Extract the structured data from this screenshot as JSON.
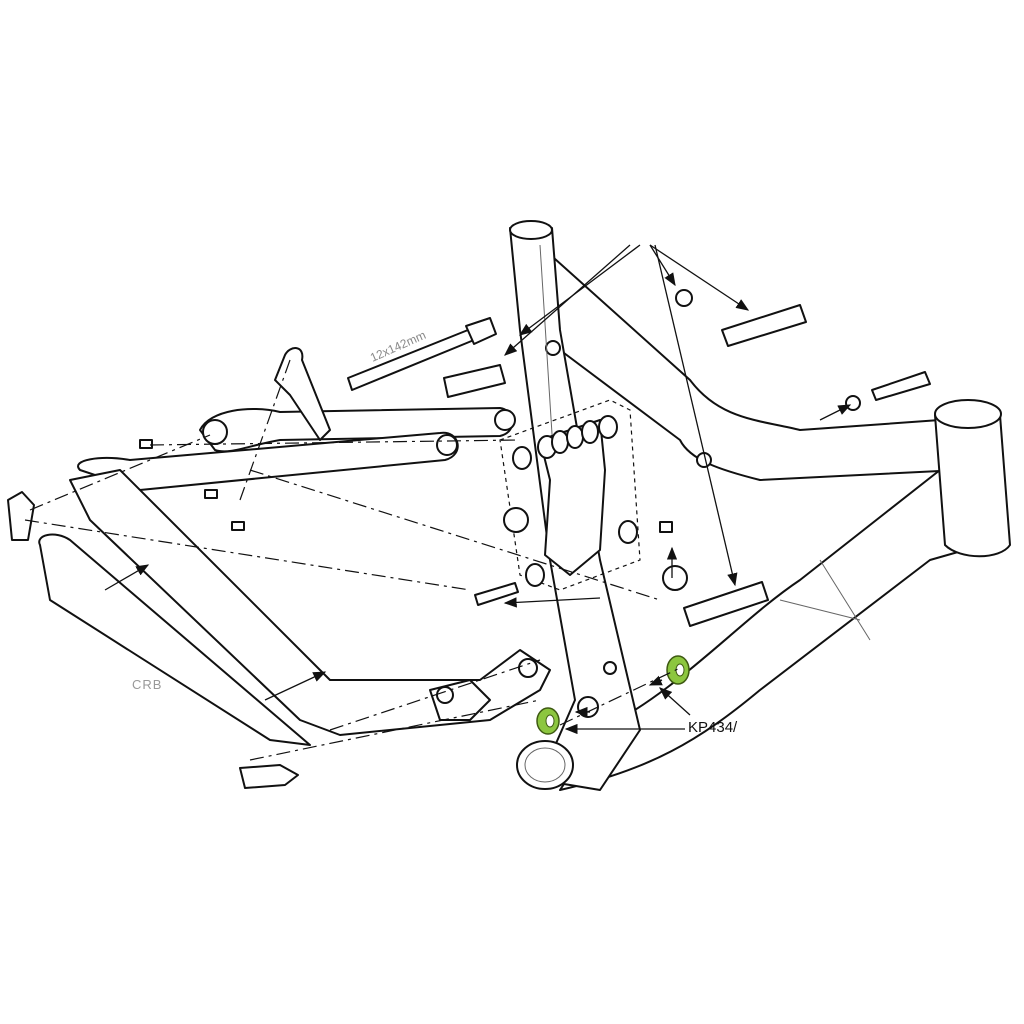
{
  "diagram": {
    "title": "Full-suspension frame exploded view",
    "labels": {
      "part_number": "KP434/",
      "rear_triangle_tag": "CRB",
      "axle_spec": "12x142mm"
    },
    "colors": {
      "highlight": "#8cc63f",
      "line": "#111111",
      "background": "#ffffff"
    }
  }
}
